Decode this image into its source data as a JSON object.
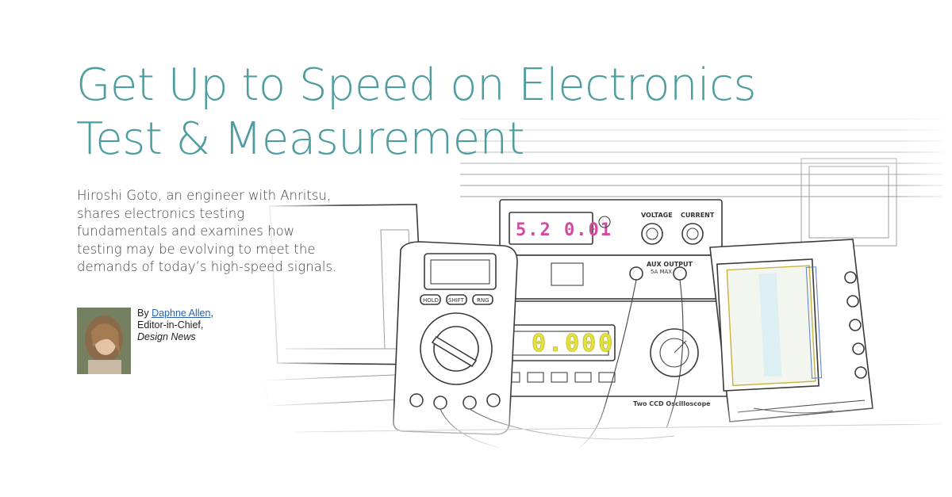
{
  "headline": {
    "line1": "Get Up to Speed on Electronics",
    "line2": "Test & Measurement"
  },
  "dek": "Hiroshi Goto, an engineer with Anritsu, shares electronics testing fundamentals and examines how testing may be evolving to meet the demands of today’s high-speed signals.",
  "byline": {
    "prefix": "By ",
    "author": "Daphne Allen",
    "author_suffix": ",",
    "role": "Editor-in-Chief,",
    "publication": "Design News"
  },
  "illustration": {
    "power_supply_display": "5.2  0.01",
    "power_supply_labels": {
      "voltage": "VOLTAGE",
      "current": "CURRENT",
      "aux_output": "AUX OUTPUT",
      "aux_rating": "5A MAX"
    },
    "meter_display": "0.000",
    "multimeter_buttons": [
      "HOLD",
      "SHIFT",
      "RNG"
    ],
    "oscilloscope_label": "Two CCD Oscilloscope"
  },
  "colors": {
    "headline": "#4e9da1",
    "body_text": "#444444",
    "link": "#2a63a8",
    "lcd_red": "#d24aa0",
    "lcd_yellow": "#e3e23a"
  }
}
